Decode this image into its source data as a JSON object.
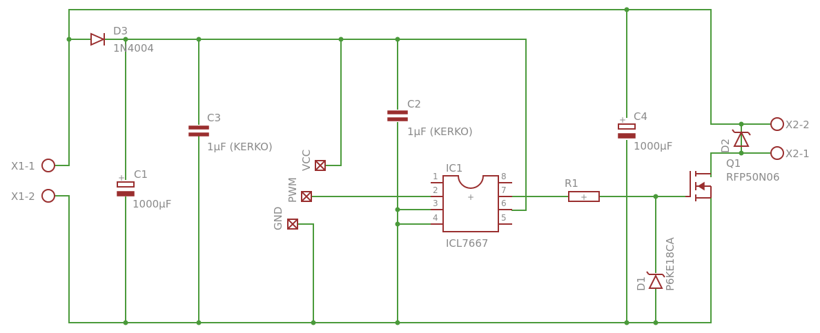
{
  "colors": {
    "wire": "#4a9a3a",
    "symbol": "#9a2f2f",
    "text": "#8a8a8a",
    "background": "#ffffff"
  },
  "connectors": {
    "x1_1": "X1-1",
    "x1_2": "X1-2",
    "x2_2": "X2-2",
    "x2_1": "X2-1",
    "vcc": "VCC",
    "pwm": "PWM",
    "gnd": "GND"
  },
  "components": {
    "d3": {
      "name": "D3",
      "value": "1N4004"
    },
    "c1": {
      "name": "C1",
      "value": "1000µF"
    },
    "c3": {
      "name": "C3",
      "value": "1µF (KERKO)"
    },
    "c2": {
      "name": "C2",
      "value": "1µF (KERKO)"
    },
    "c4": {
      "name": "C4",
      "value": "1000µF"
    },
    "ic1": {
      "name": "IC1",
      "value": "ICL7667",
      "pins": [
        "1",
        "2",
        "3",
        "4",
        "5",
        "6",
        "7",
        "8"
      ]
    },
    "r1": {
      "name": "R1"
    },
    "d1": {
      "name": "D1",
      "value": "P6KE18CA"
    },
    "d2": {
      "name": "D2"
    },
    "q1": {
      "name": "Q1",
      "value": "RFP50N06"
    }
  },
  "symbols": {
    "plus": "+"
  }
}
